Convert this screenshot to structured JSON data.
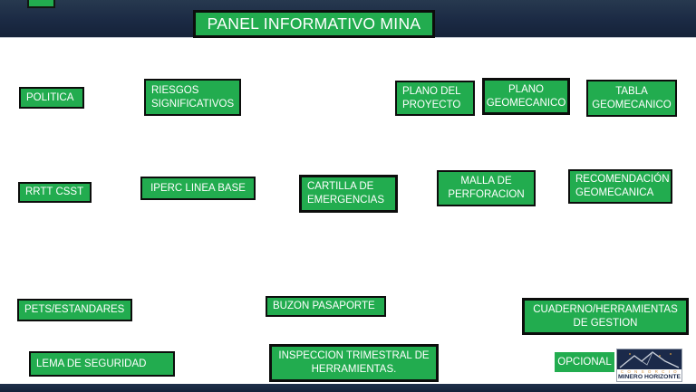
{
  "title_bar": {
    "title": "PANEL INFORMATIVO MINA"
  },
  "colors": {
    "green": "#22AC4F",
    "navy": "#1B2A44",
    "box_border": "#0C0D0C",
    "text": "#FFFFFF"
  },
  "boxes": {
    "politica": {
      "text": "POLITICA"
    },
    "riesgos": {
      "text": "RIESGOS\nSIGNIFICATIVOS"
    },
    "plano_proyecto": {
      "text": "PLANO DEL\nPROYECTO"
    },
    "plano_geo": {
      "text": "PLANO\nGEOMECANICO"
    },
    "tabla_geo": {
      "text": "TABLA\nGEOMECANICO"
    },
    "rrtt": {
      "text": "RRTT CSST"
    },
    "iperc": {
      "text": "IPERC LINEA BASE"
    },
    "cartilla": {
      "text": "CARTILLA DE\nEMERGENCIAS"
    },
    "malla": {
      "text": "MALLA DE\nPERFORACION"
    },
    "recomendacion": {
      "text": "RECOMENDACIÓN\nGEOMECANICA"
    },
    "pets": {
      "text": "PETS/ESTANDARES"
    },
    "buzon": {
      "text": "BUZON PASAPORTE"
    },
    "cuaderno": {
      "text": "CUADERNO/HERRAMIENTAS\nDE GESTION"
    },
    "lema": {
      "text": "LEMA DE SEGURIDAD"
    },
    "inspeccion": {
      "text": "INSPECCION TRIMESTRAL DE\nHERRAMIENTAS."
    },
    "opcional": {
      "text": "OPCIONAL"
    }
  },
  "logo": {
    "consorcio": "C O N S O R C I O",
    "name": "MINERO HORIZONTE"
  }
}
